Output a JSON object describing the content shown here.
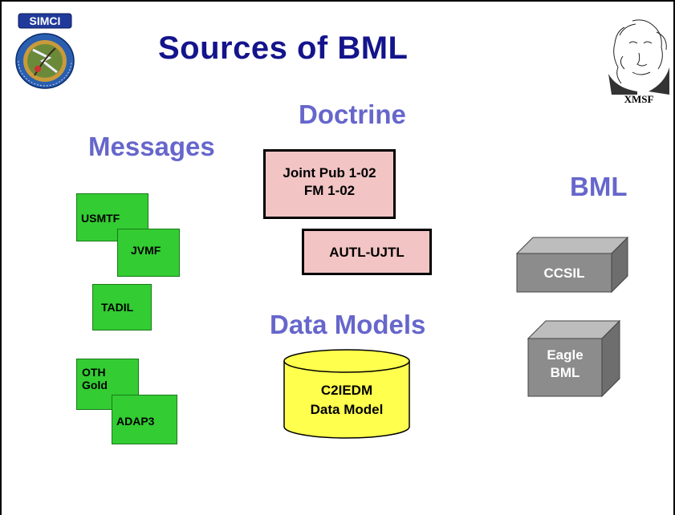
{
  "title": "Sources of BML",
  "logos": {
    "left_text": "SIMCI",
    "left_ring_text": "SIMULATION TO C4I INTEROPERABILITY",
    "right_text": "XMSF"
  },
  "headings": {
    "messages": "Messages",
    "doctrine": "Doctrine",
    "data_models": "Data Models",
    "bml": "BML"
  },
  "messages": {
    "usmtf": "USMTF",
    "jvmf": "JVMF",
    "tadil": "TADIL",
    "oth_line1": "OTH",
    "oth_line2": "Gold",
    "adap3": "ADAP3"
  },
  "doctrine": {
    "joint_pub_line1": "Joint Pub 1-02",
    "joint_pub_line2": "FM 1-02",
    "autl": "AUTL-UJTL"
  },
  "data_model": {
    "line1": "C2IEDM",
    "line2": "Data Model"
  },
  "bml": {
    "ccsil": "CCSIL",
    "eagle_line1": "Eagle",
    "eagle_line2": "BML"
  },
  "colors": {
    "title": "#14148c",
    "heading": "#6666cc",
    "message_box": "#33cc33",
    "doctrine_box": "#f2c4c4",
    "cylinder": "#ffff4d",
    "bml_box": "#8c8c8c"
  }
}
